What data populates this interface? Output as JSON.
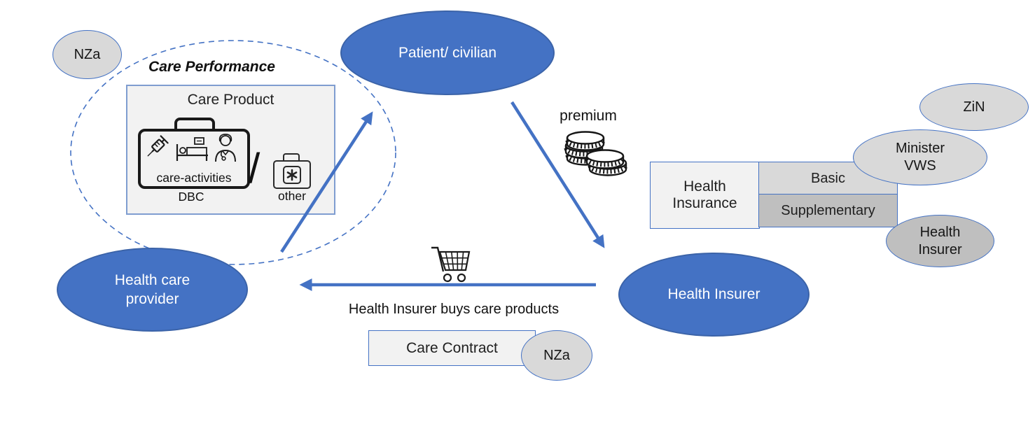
{
  "colors": {
    "accent_blue": "#4472c4",
    "accent_blue_dark": "#3b63a8",
    "gray_light": "#d9d9d9",
    "gray_mid": "#bfbfbf",
    "panel_fill": "#f2f2f2",
    "ink": "#1f1f1f"
  },
  "regulators": {
    "nza_top": "NZa",
    "zin": "ZiN",
    "minister_vws": "Minister VWS",
    "health_insurer_small": "Health Insurer",
    "nza_contract": "NZa"
  },
  "actors": {
    "patient": "Patient/ civilian",
    "health_care_provider": "Health care provider",
    "health_insurer": "Health Insurer"
  },
  "care_performance": {
    "title": "Care Performance",
    "product_title": "Care Product",
    "care_activities": "care-activities",
    "dbc": "DBC",
    "separator": "/",
    "other": "other"
  },
  "insurance": {
    "health_insurance": "Health Insurance",
    "basic": "Basic",
    "supplementary": "Supplementary"
  },
  "flows": {
    "premium": "premium",
    "buys": "Health Insurer buys care products",
    "care_contract": "Care Contract"
  },
  "icons": [
    "money-coins-icon",
    "shopping-cart-icon",
    "syringe-icon",
    "hospital-bed-icon",
    "doctor-icon",
    "medical-kit-icon"
  ]
}
